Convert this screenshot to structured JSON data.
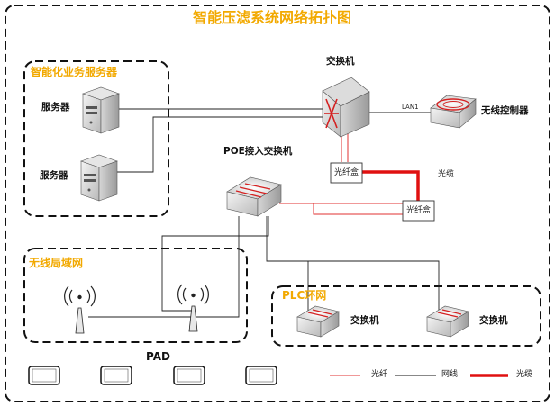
{
  "diagram": {
    "title": "智能压滤系统网络拓扑图",
    "groups": {
      "server_group": "智能化业务服务器",
      "wlan_group": "无线局域网",
      "plc_group": "PLC环网"
    },
    "devices": {
      "server_1": "服务器",
      "server_2": "服务器",
      "core_switch": "交换机",
      "wireless_controller": "无线控制器",
      "poe_switch": "POE接入交换机",
      "fiber_box_1": "光纤盒",
      "fiber_box_2": "光纤盒",
      "plc_switch_1": "交换机",
      "plc_switch_2": "交换机",
      "pad": "PAD"
    },
    "link_labels": {
      "lan_port": "LAN1",
      "fiber_cable": "光缆"
    },
    "legend": {
      "fiber": "光纤",
      "network_cable": "网线",
      "fiber_cable": "光缆"
    },
    "colors": {
      "title": "#f2a900",
      "fiber": "#e03030",
      "cable": "#111111",
      "thick_fiber": "#e01010"
    }
  }
}
